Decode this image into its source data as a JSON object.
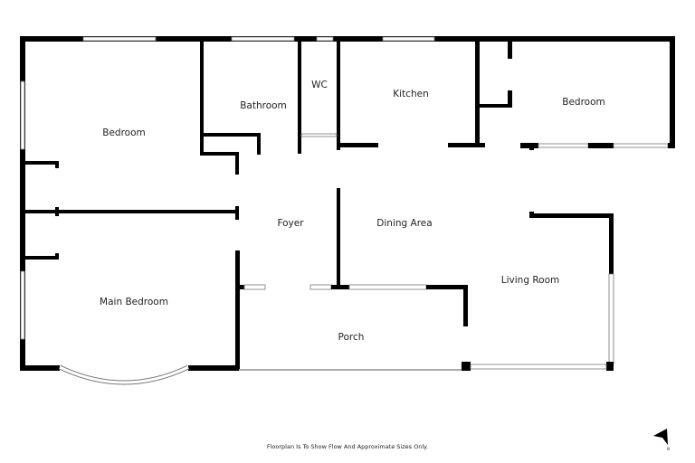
{
  "rooms": {
    "bedroom_1": "Bedroom",
    "bathroom": "Bathroom",
    "wc": "WC",
    "kitchen": "Kitchen",
    "bedroom_2": "Bedroom",
    "foyer": "Foyer",
    "dining_area": "Dining Area",
    "main_bedroom": "Main Bedroom",
    "living_room": "Living Room",
    "porch": "Porch"
  },
  "disclaimer": "Floorplan Is To Show Flow And Approximate Sizes Only.",
  "compass": {
    "icon": "north-arrow-icon",
    "label": "N"
  },
  "colors": {
    "wall": "#000000",
    "background": "#ffffff"
  }
}
